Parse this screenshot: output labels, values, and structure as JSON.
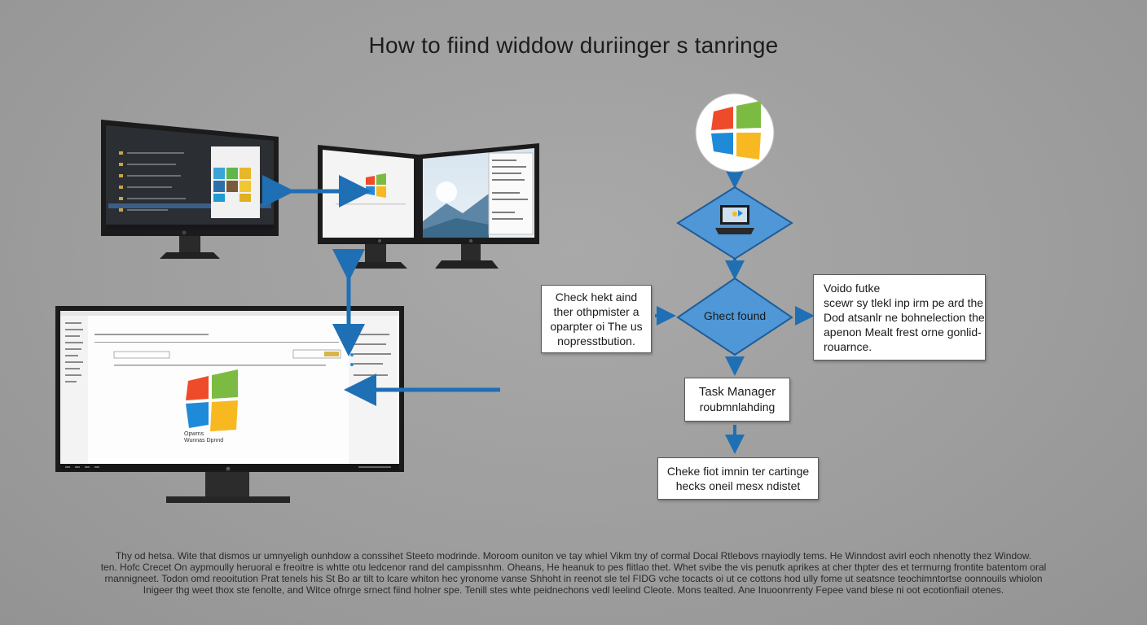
{
  "title": "How to fiind widdow duriinger s tanringe",
  "flowchart": {
    "diamond_2_label": "Ghect found",
    "left_box_lines": [
      "Check hekt aind",
      "ther othpmister a",
      "oparpter oi The us",
      "nopresstbution."
    ],
    "right_box_lines": [
      "Voido futke",
      "scewr sy tlekl inp irm pe ard the",
      "Dod atsanlr ne bohnelection the",
      "apenon Mealt frest orne gonlid-",
      "rouarnce."
    ],
    "task_box_lines": [
      "Task Manager",
      "roubmnlahding"
    ],
    "bottom_box_lines": [
      "Cheke fiot imnin ter cartinge",
      "hecks oneil mesx ndistet"
    ]
  },
  "laptop_logo_caption_lines": [
    "Opwrns",
    "Wunnas Dpnnd"
  ],
  "footer_lines": [
    "Thy od hetsa. Wite that dismos ur umnyeligh ounhdow a conssihet Steeto modrinde. Moroom ouniton ve tay whiel Vikm  tny of cormal Docal Rtlebovs rnayiodly tems. He Winndost avirl eoch nhenotty thez Window.",
    "ten. Hofc Crecet On aypmoully heruoral e freoitre is whtte otu ledcenor rand del campissnhm. Oheans,  He heanuk to pes flitlao thet. Whet svibe the vis penutk aprikes at cher thpter des et terrnurng frontite batentom oral",
    "rnannigneet.  Todon omd reooitution Prat tenels his St Bo ar tilt to lcare whiton hec yronome vanse Shhoht in reenot sle tel FIDG vche tocacts oi ut ce cottons hod ully fome ut seatsnce teochimntortse oonnouils whiolon",
    "Inigeer thg weet thox ste fenolte,  and Witce ofnrge srnect fiind holner spe. Tenill stes whte peidnechons vedl leelind Cleote. Mons tealted. Ane Inuoonrrenty Fepee vand blese ni oot ecotionfiail otenes."
  ],
  "colors": {
    "background": "#9d9d9d",
    "arrow_blue": "#1f6fb5",
    "diamond_fill": "#4f97d6",
    "diamond_stroke": "#1f5d98",
    "monitor_frame": "#1b1b1b"
  }
}
